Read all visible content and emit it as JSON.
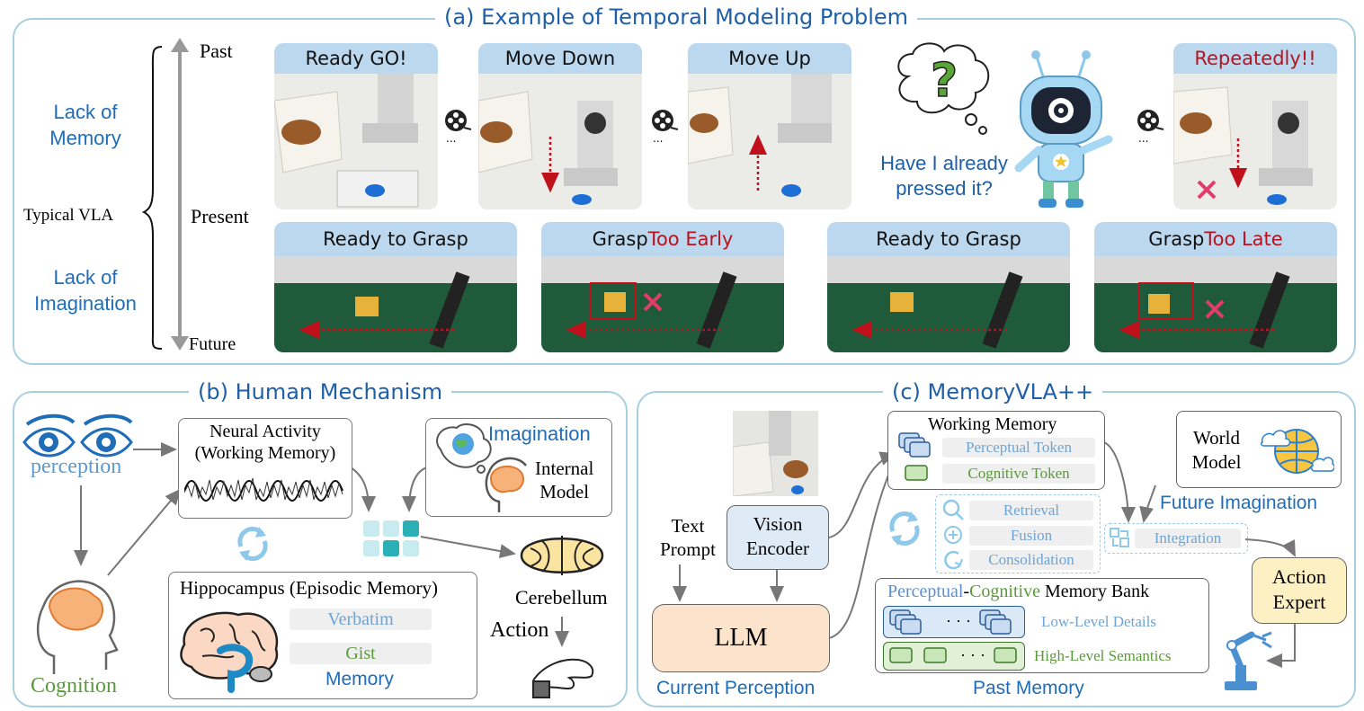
{
  "panel_a": {
    "title": "(a) Example of Temporal Modeling Problem",
    "axis": {
      "past": "Past",
      "present": "Present",
      "future": "Future"
    },
    "left_labels": {
      "memory": "Lack of\nMemory",
      "typical": "Typical VLA",
      "imagination": "Lack of\nImagination"
    },
    "top_frames": [
      "Ready GO!",
      "Move Down",
      "Move Up"
    ],
    "last_frame": "Repeatedly!!",
    "robot_thought": "Have I already\npressed it?",
    "bottom_frames": [
      {
        "plain": "Ready to Grasp",
        "red": ""
      },
      {
        "plain": "Grasp ",
        "red": "Too Early"
      },
      {
        "plain": "Ready to Grasp",
        "red": ""
      },
      {
        "plain": "Grasp ",
        "red": "Too Late"
      }
    ]
  },
  "panel_b": {
    "title": "(b) Human Mechanism",
    "perception": "perception",
    "cognition": "Cognition",
    "neural_activity": "Neural Activity\n(Working Memory)",
    "imagination": "Imagination",
    "internal_model": "Internal\nModel",
    "hippocampus": "Hippocampus (Episodic Memory)",
    "verbatim": "Verbatim",
    "gist": "Gist",
    "memory": "Memory",
    "cerebellum": "Cerebellum",
    "action": "Action"
  },
  "panel_c": {
    "title": "(c) MemoryVLA++",
    "text_prompt": "Text\nPrompt",
    "vision_encoder": "Vision\nEncoder",
    "llm": "LLM",
    "current_perception": "Current Perception",
    "working_memory": "Working Memory",
    "perceptual_token": "Perceptual Token",
    "cognitive_token": "Cognitive Token",
    "retrieval": "Retrieval",
    "fusion": "Fusion",
    "consolidation": "Consolidation",
    "integration": "Integration",
    "world_model": "World\nModel",
    "future_imagination": "Future Imagination",
    "action_expert": "Action\nExpert",
    "bank_perceptual": "Perceptual",
    "bank_dash": "-",
    "bank_cognitive": "Cognitive",
    "bank_rest": " Memory Bank",
    "ellipsis": "· · ·",
    "low_level": "Low-Level Details",
    "high_level": "High-Level Semantics",
    "past_memory": "Past Memory"
  },
  "colors": {
    "border": "#a8cfe0",
    "title_blue": "#1f5fa8",
    "red": "#b8121e",
    "green": "#5a9a3a",
    "frame_header": "#bcd8ee",
    "llm_fill": "#fbe3cc",
    "encoder_fill": "#dfeaf7",
    "expert_fill": "#fdf1c4"
  }
}
